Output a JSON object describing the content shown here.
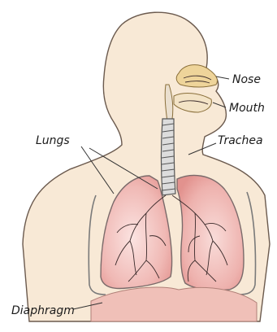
{
  "labels": {
    "nose": "Nose",
    "mouth": "Mouth",
    "trachea": "Trachea",
    "lungs": "Lungs",
    "diaphragm": "Diaphragm"
  },
  "colors": {
    "skin": "#f8e9d6",
    "skin_outline": "#6b5a4e",
    "lung_fill": "#f2c3c0",
    "lung_edge": "#d98f8c",
    "nasal_cavity": "#eed49a",
    "trachea": "#dcdcdc",
    "diaphragm": "#f0c0b8"
  }
}
